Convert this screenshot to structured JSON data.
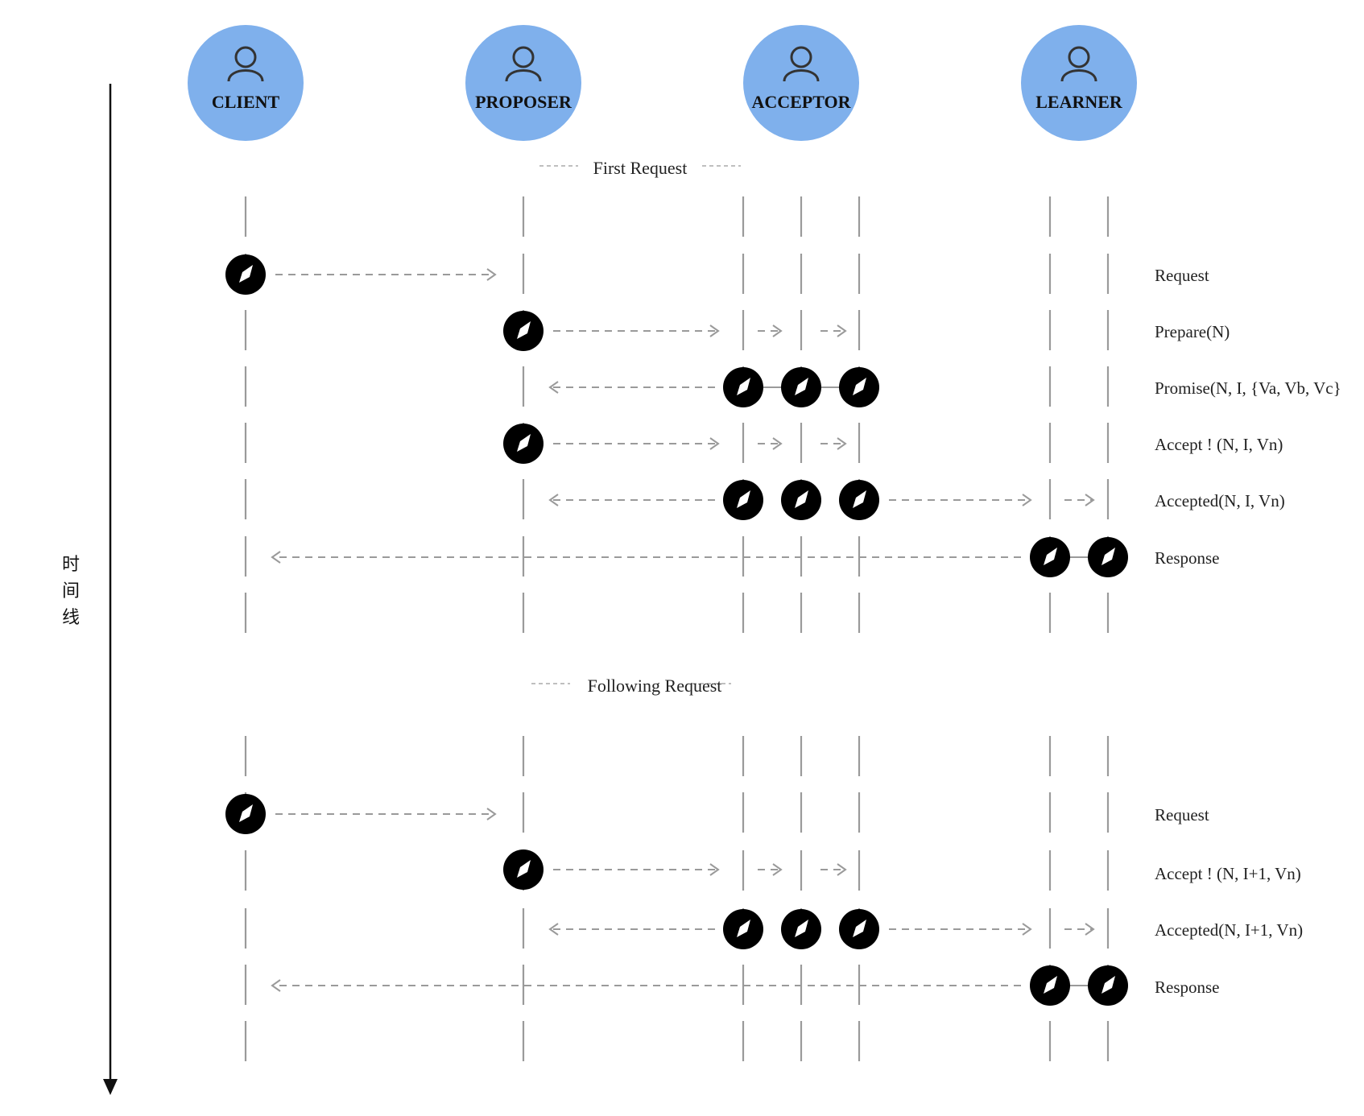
{
  "actors": [
    {
      "name": "CLIENT",
      "icon": "user-icon"
    },
    {
      "name": "PROPOSER",
      "icon": "user-icon"
    },
    {
      "name": "ACCEPTOR",
      "icon": "user-icon"
    },
    {
      "name": "LEARNER",
      "icon": "user-icon"
    }
  ],
  "timeline": {
    "label": "时间线"
  },
  "sections": [
    {
      "title": "First Request",
      "steps": [
        {
          "label": "Request"
        },
        {
          "label": "Prepare(N)"
        },
        {
          "label": "Promise(N, I, {Va, Vb, Vc}"
        },
        {
          "label": "Accept ! (N, I, Vn)"
        },
        {
          "label": "Accepted(N, I,  Vn)"
        },
        {
          "label": "Response"
        }
      ]
    },
    {
      "title": "Following Request",
      "steps": [
        {
          "label": "Request"
        },
        {
          "label": "Accept ! (N, I+1, Vn)"
        },
        {
          "label": "Accepted(N, I+1,  Vn)"
        },
        {
          "label": "Response"
        }
      ]
    }
  ],
  "colors": {
    "actor_fill": "#7fb0ec",
    "node_fill": "#000000",
    "line": "#9a9a9a"
  }
}
